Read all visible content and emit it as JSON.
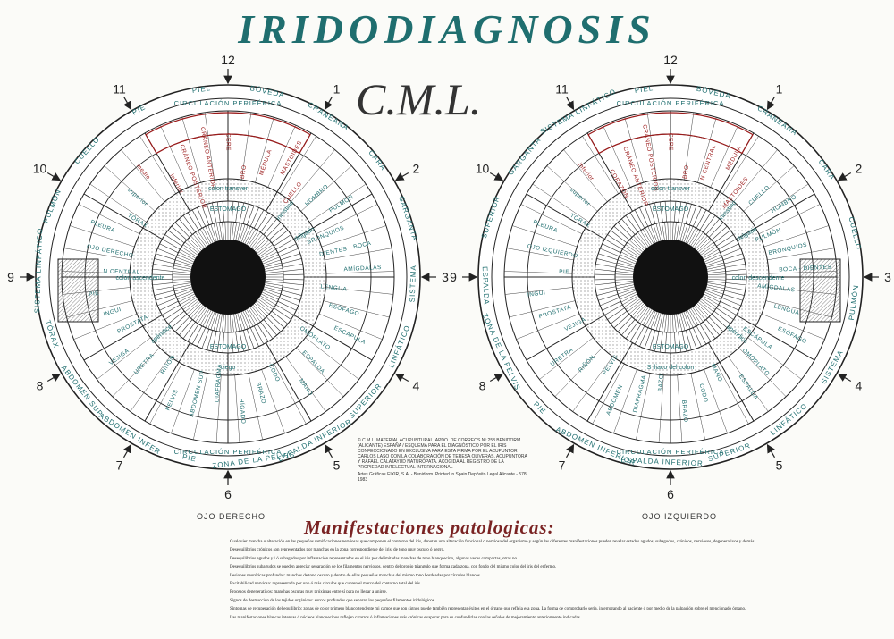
{
  "title": "IRIDODIAGNOSIS",
  "logo_text": "C.M.L.",
  "clock_numbers": [
    "12",
    "1",
    "2",
    "3",
    "4",
    "5",
    "6",
    "7",
    "8",
    "9",
    "10",
    "11"
  ],
  "left_eye": {
    "caption": "OJO DERECHO",
    "outer_ring": [
      "PIEL",
      "BÓVEDA",
      "CRANEANA",
      "CARA",
      "GARGANTA",
      "SISTEMA",
      "LINFÁTICO",
      "SUPERIOR",
      "ESPALDA INFERIOR",
      "ZONA DE LA PELVIS",
      "PIE",
      "ABDOMEN INFER",
      "ABDOMEN SUP",
      "TÓRAX",
      "SISTEMA LINFÁTICO",
      "PULMÓN",
      "CUELLO",
      "PIE"
    ],
    "ring2": [
      "CIRCULACIÓN PERIFÉRICA",
      "CIRCULACIÓN PERIFÉRICA"
    ],
    "zones": [
      "CRÁNEO POSTERIOR",
      "CRÁNEO ANTERIOR",
      "CERE",
      "BRO",
      "MÉDULA",
      "MASTOIDES",
      "CUELLO",
      "HOMBRO",
      "PULMÓN",
      "BRONQUIOS",
      "DIENTES - BOCA",
      "AMÍGDALAS",
      "LENGUA",
      "ESÓFAGO",
      "ESCÁPULA",
      "OMÓPLATO",
      "ESPALDA",
      "MANO",
      "CODO",
      "BRAZO",
      "HÍGADO",
      "DIAFRAGMA",
      "ABDOMEN SUP",
      "PELVIS",
      "RIÑÓN",
      "URETRA",
      "VEJIGA",
      "PROSTATA",
      "INGUI",
      "PIE",
      "N CENTRAL",
      "OJO DERECHO",
      "PLEURA",
      "TÓRAX",
      "superior",
      "medio",
      "inferior"
    ],
    "inner": [
      "colon transver",
      "ESTOMAGO",
      "ESTOMAGO",
      "ciego",
      "delgado",
      "intestino",
      "colon ascendente",
      "apéndice"
    ]
  },
  "right_eye": {
    "caption": "OJO IZQUIERDO",
    "outer_ring": [
      "PIEL",
      "BÓVEDA",
      "CRANEANA",
      "CARA",
      "CUELLO",
      "PULMÓN",
      "SISTEMA",
      "LINFÁTICO",
      "SUPERIOR",
      "ESPALDA INFERIOR",
      "ABDOMEN INFERIOR",
      "PIE",
      "ZONA DE LA PELVIS",
      "ESPALDA",
      "SUPERIOR",
      "GARGANTA",
      "SISTEMA LINFÁTICO"
    ],
    "ring2": [
      "CIRCULACIÓN PERIFÉRICA",
      "CIRCULACIÓN PERIFÉRICA"
    ],
    "zones": [
      "CRÁNEO ANTERIOR",
      "CRÁNEO POSTERIOR",
      "CERE",
      "BRO",
      "N CENTRAL",
      "MÉDULA",
      "MASTOIDES",
      "CUELLO",
      "HOMBRO",
      "PULMÓN",
      "BRONQUIOS",
      "BOCA - DIENTES",
      "AMÍGDALAS",
      "LENGUA",
      "ESÓFAGO",
      "ESCÁPULA",
      "OMÓPLATO",
      "ESPALDA",
      "MANO",
      "CODO",
      "BRAZO",
      "BAZO",
      "DIAFRAGMA",
      "ABDOMEN",
      "PELVIS",
      "RIÑÓN",
      "URETRA",
      "VEJIGA",
      "PROSTATA",
      "INGUI",
      "PIE",
      "OJO IZQUIERDO",
      "PLEURA",
      "TÓRAX",
      "superior",
      "inferior",
      "CORAZÓN"
    ],
    "inner": [
      "colon transver",
      "ESTOMAGO",
      "ESTOMAGO",
      "S iliaco del colon",
      "delgado",
      "intestino",
      "colon descendente",
      "apéndice"
    ]
  },
  "copyright": {
    "line1": "© C.M.L. MATERIAL ACUPUNTURAL. APDO. DE CORREOS Nº 258 BENIDORM (ALICANTE) ESPAÑA / ESQUEMA PARA EL DIAGNÓSTICO POR EL IRIS CONFECCIONADO EN EXCLUSIVA PARA ESTA FIRMA POR EL ACUPUNTOR CARLOS LASO CON LA COLABORACIÓN DE TERESA OLIVERAS, ACUPUNTORA Y RAFAEL CALATAYUD NATURÓPATA. ACOGIDA AL REGISTRO DE LA PROPIEDAD INTELECTUAL INTERNACIONAL",
    "line2": "Artes Gráficas EIXIR, S.A. - Benidorm. Printed in Spain Depósito Legal Alicante - 578 1983"
  },
  "manifestaciones": {
    "title": "Manifestaciones patologicas:",
    "items": [
      "Cualquier mancha o alteración en las pequeñas ramificaciones nerviosas que componen el contorno del iris, denotan una alteración funcional o nerviosa del organismo y según las diferentes manifestaciones pueden revelar estados agudos, subagudos, crónicos, nerviosos, degenerativos y demás.",
      "Desequilibrios crónicos son representados por manchas en la zona correspondiente del iris, de tono muy oscuro ó negro.",
      "Desequilibrios agudos y / ó subagudos por inflamación representados en el iris por delimitadas manchas de tono blanquecino, algunas veces compactas, otras no.",
      "Desequilibrios subagudos se pueden apreciar separación de los filamentos nerviosos, dentro del propio triangulo que forma cada zona, con fondo del mismo color del iris del enfermo.",
      "Lesiones neuróticas profundas: manchas de tono oscuro y dentro de ellas pequeñas manchas del mismo tono bordeadas por círculos blancos.",
      "Excitabilidad nerviosa: representada por uno ó más círculos que cubren el marco del contorno total del iris.",
      "Procesos degenerativos: manchas oscuras muy próximas entre sí para no llegar a unirse.",
      "Signos de destrucción de los tejidos orgánicos: surcos profundos que separan los pequeños filamentos iridológicos.",
      "Síntomas de recuperación del equilibrio: zonas de color primero blanco tendente mi camos que son signos puede también representar éxitos en el órgano que refleja esa zona. La forma de comprobarlo sería, interrogando al paciente ó por medio de la palpación sobre el mencionado órgano.",
      "Las manifestaciones blancas intensas ó núcleos blanquecinos reflejan catarros ó inflamaciones más crónicas evaporar para su confundirlas con las señales de mejoramiento anteriormente indicadas."
    ]
  },
  "colors": {
    "teal": "#1f6e6f",
    "red": "#9b1b1b",
    "pupil": "#111111",
    "maroon": "#7a2323"
  }
}
